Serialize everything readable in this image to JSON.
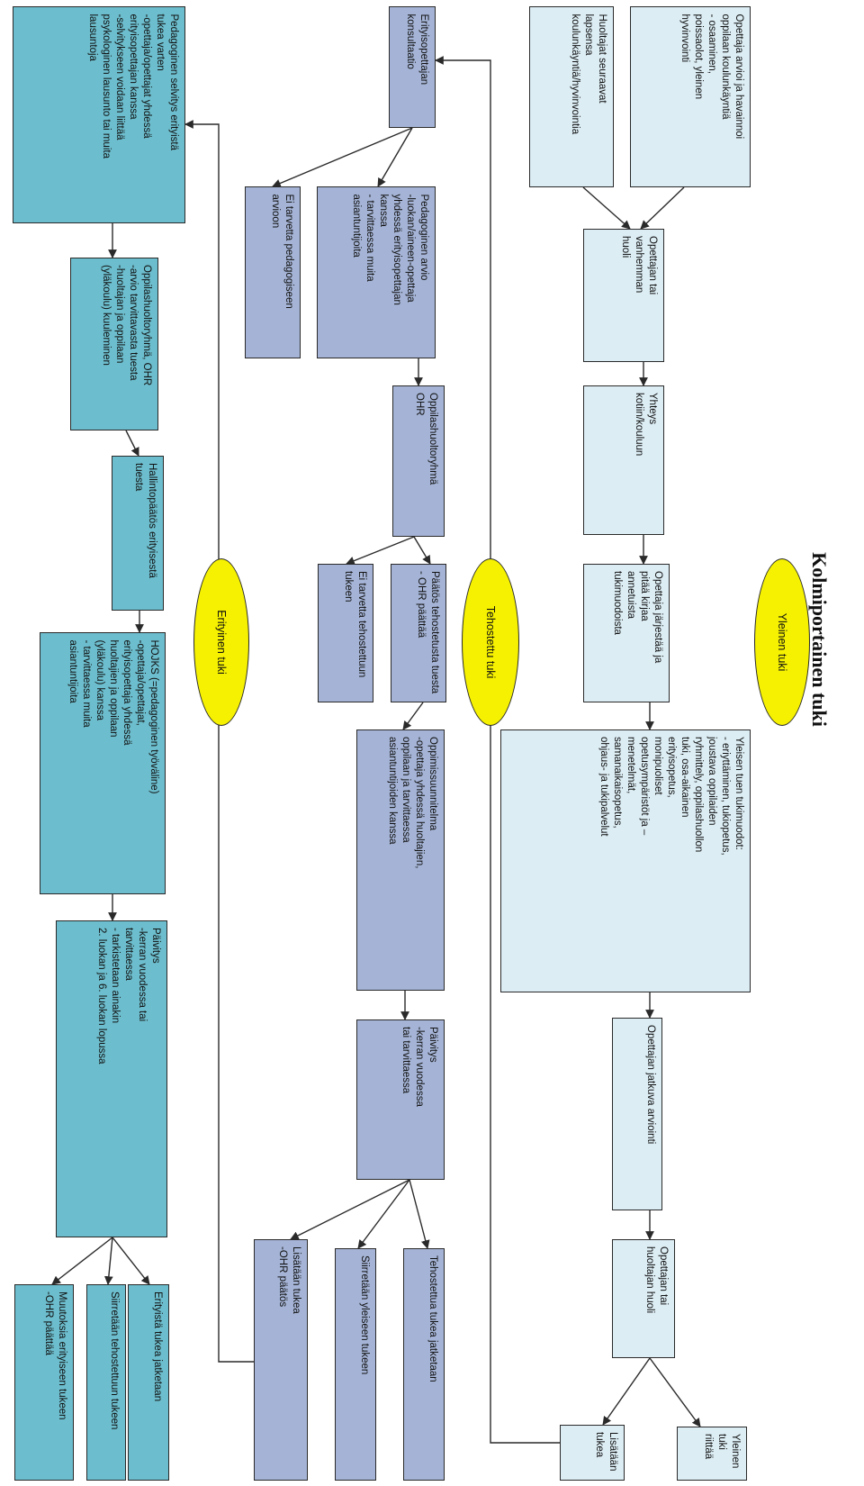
{
  "diagram": {
    "title": "Kolmiportainen tuki",
    "levels": {
      "yleinen": "Yleinen tuki",
      "tehostettu": "Tehostettu tuki",
      "erityinen": "Erityinen tuki"
    },
    "yleinen": {
      "opettaja_arvioi": "Opettaja arvioi ja havainnoi oppilaan koulunkäyntiä\n   -    osaaminen,\n        poissaolot, yleinen\n        hyvinvointi",
      "huoltajat_seuraavat": "Huoltajat seuraavat\nlapsensa\nkoulunkäyntiä/hyvinvointia",
      "huoli": "Opettajan tai\nvanhemman\nhuoli",
      "yhteys": "Yhteys\nkotiin/kouluun",
      "kirjaa": "Opettaja järjestää ja\npitää kirjaa\nannetuista\ntukimuodoista",
      "tukimuodot": "Yleisen tuen tukimuodot:\n   -    eriyttäminen, tukiopetus,\n        joustava oppilaiden\n        ryhmittely, oppilashuollon\n        tuki, osa-aikainen\n        erityisopetus,\n        monipuoliset\n        opetusympäristöt ja –\n        menetelmät,\n        samanaikaisopetus,\n        ohjaus- ja tukipalvelut",
      "jatkuva_arviointi": "Opettajan jatkuva arviointi",
      "huoltajan_huoli": "Opettajan tai\nhuoltajan huoli",
      "riittaa": "Yleinen tuki\nriittää",
      "lisataan": "Lisätään\ntukea"
    },
    "tehostettu": {
      "konsultaatio": "Erityisopettajan\nkonsultaatio",
      "pedagoginen_arvio": "Pedagoginen arvio\n-luokan/aineen-opettaja\nyhdessä erityisopettajan\nkanssa\n- tarvittaessa muita\nasiantuntijoita",
      "ei_tarvetta_arvioon": "Ei tarvetta pedagogiseen\narvioon",
      "ohr": "Oppilashuoltoryhmä\nOHR",
      "paatos": "Päätös tehostetusta tuesta\n   -    OHR päättää",
      "ei_tarvetta_tuen": "Ei tarvetta tehostettuun\ntukeen",
      "suunnitelma": "Oppimissuunnitelma\n-opettaja yhdessä huoltajien,\noppilaan ja tarvittaessa\nasiantuntijoiden kanssa",
      "paivitys": "Päivitys\n-kerran vuodessa\ntai tarvittaessa",
      "jatketaan": "Tehostettua tukea jatketaan",
      "siirretaan": "Siirretään yleiseen tukeen",
      "lisataan": "Lisätään tukea\n-OHR päätös"
    },
    "erityinen": {
      "selvitys": "Pedagoginen selvitys erityistä\ntukea varten\n-opettaja/opettajat yhdessä\nerityisopettajan kanssa\n-selvitykseen voidaan liittää\npsykologinen lausunto tai muita\nlausuntoja",
      "ohr": "Oppilashuoltoryhmä, OHR\n-arvio tarvittavasta tuesta\n-huoltajan ja oppilaan\n(yläkoulu) kuuleminen",
      "hallintopaatos": "Hallintopäätös erityisestä\ntuesta",
      "hojks": "HOJKS (=pedagoginen työväline)\n-opettaja/opettajat,\nerityisopettaja yhdessä\nhuoltajien ja oppilaan\n(yläkoulu) kanssa\n- tarvittaessa muita\nasiantuntijoita",
      "paivitys": "Päivitys\n-kerran vuodessa tai\ntarvittaessa\n- tarkistetaan ainakin\n2. luokan ja 6. luokan lopussa",
      "jatketaan": "Erityistä tukea jatketaan",
      "siirretaan": "Siirretään tehostettuun tukeen",
      "muutoksia": "Muutoksia erityiseen tukeen\n-OHR päättää"
    }
  }
}
